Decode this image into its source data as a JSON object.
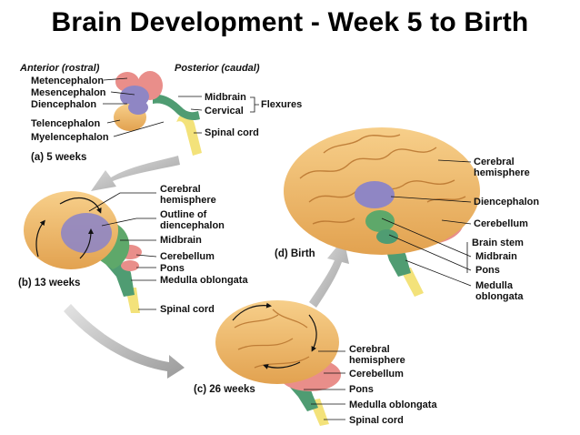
{
  "title": "Brain Development - Week 5 to Birth",
  "panel_a": {
    "stage": "(a) 5 weeks",
    "anterior": "Anterior (rostral)",
    "posterior": "Posterior (caudal)",
    "left_labels": [
      "Metencephalon",
      "Mesencephalon",
      "Diencephalon",
      "Telencephalon",
      "Myelencephalon"
    ],
    "right_labels": [
      "Midbrain",
      "Cervical",
      "Spinal cord"
    ],
    "flexures": "Flexures"
  },
  "panel_b": {
    "stage": "(b) 13 weeks",
    "cerebral_hemisphere": [
      "Cerebral",
      "hemisphere"
    ],
    "outline_of_diencephalon": [
      "Outline of",
      "diencephalon"
    ],
    "labels": [
      "Midbrain",
      "Cerebellum",
      "Pons",
      "Medulla oblongata",
      "Spinal cord"
    ]
  },
  "panel_c": {
    "stage": "(c) 26 weeks",
    "cerebral_hemisphere": [
      "Cerebral",
      "hemisphere"
    ],
    "labels": [
      "Cerebellum",
      "Pons",
      "Medulla oblongata",
      "Spinal cord"
    ]
  },
  "panel_d": {
    "stage": "(d) Birth",
    "cerebral_hemisphere": [
      "Cerebral",
      "hemisphere"
    ],
    "labels": [
      "Diencephalon",
      "Cerebellum",
      "Brain stem",
      "Midbrain",
      "Pons"
    ],
    "medulla_oblongata": [
      "Medulla",
      "oblongata"
    ]
  },
  "colors": {
    "cerebrum": "#f2b866",
    "diencephalon": "#8f86c4",
    "midbrain": "#5ea86a",
    "cerebellum": "#e98e8a",
    "medulla": "#4f9c72",
    "spinal_cord": "#f3e27a",
    "arrow": "#a9a9a9"
  }
}
